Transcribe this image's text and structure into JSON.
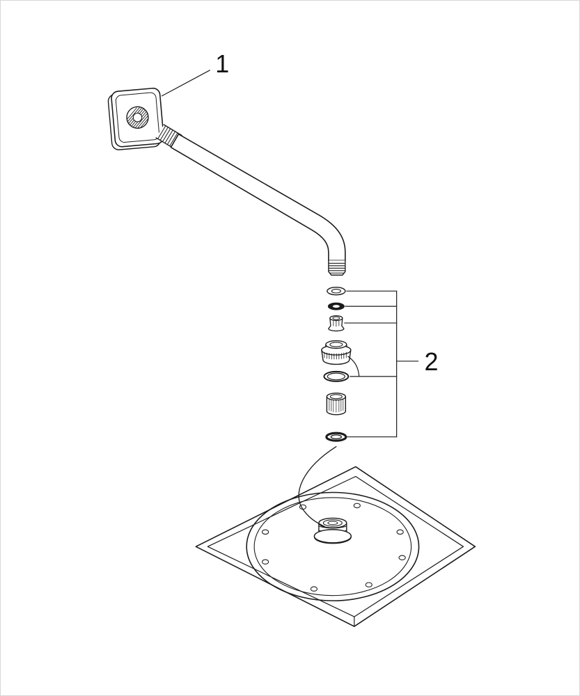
{
  "page": {
    "background": "#ffffff",
    "border_color": "#d6d6d6"
  },
  "diagram": {
    "type": "exploded-assembly-line-drawing",
    "line_color": "#1b1b1b",
    "callouts": {
      "c1": {
        "label": "1",
        "target": "wall-flange-and-shower-arm"
      },
      "c2": {
        "label": "2",
        "target": "fastening-hardware-set"
      }
    },
    "components": [
      "wall-flange",
      "shower-arm",
      "flat-washer",
      "o-ring-small",
      "sleeve-bushing",
      "union-nut",
      "o-ring-large",
      "connector-sleeve",
      "sealing-gasket",
      "shower-head-plate",
      "inlet-fitting"
    ]
  }
}
